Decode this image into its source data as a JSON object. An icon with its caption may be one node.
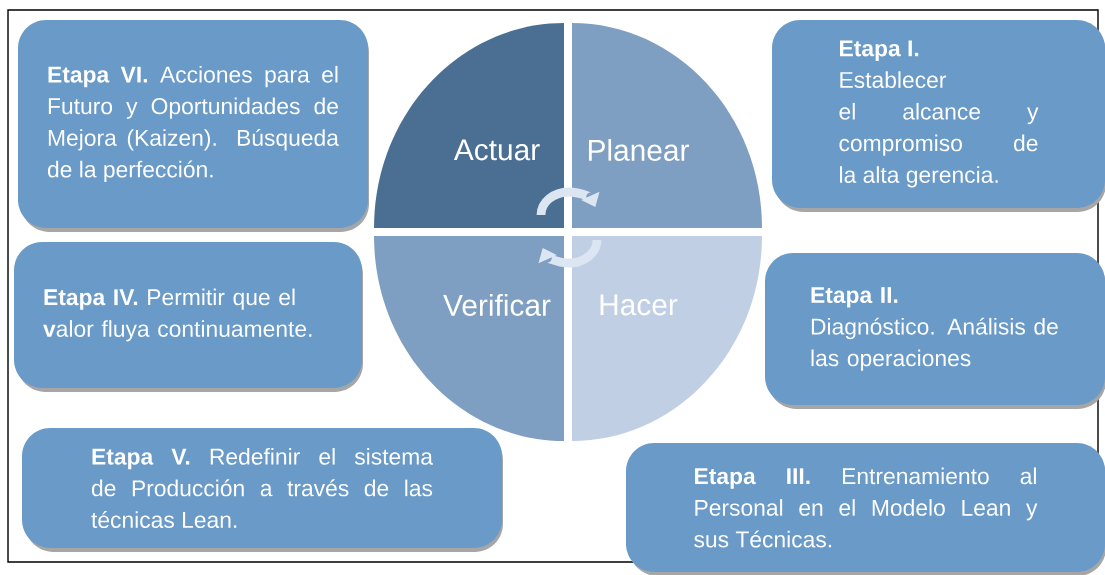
{
  "diagram": {
    "nodes": [
      {
        "text": [
          "Actuar"
        ]
      },
      {
        "text": [
          "Planear"
        ]
      },
      {
        "text": [
          "Verificar"
        ]
      },
      {
        "text": [
          "Hacer"
        ]
      },
      {
        "text": [
          "**Etapa VI.** Acciones para el Futuro y Oportunidades de Mejora (Kaizen). Búsqueda de la perfección."
        ]
      },
      {
        "text": [
          "Etapa I.",
          "Establecer el alcance y compromiso de la alta gerencia."
        ]
      },
      {
        "text": [
          "**Etapa IV.** Permitir que el **v**alor fluya continuamente."
        ]
      },
      {
        "text": [
          "Etapa II.",
          "Diagnóstico. Análisis de las operaciones"
        ]
      },
      {
        "text": [
          "**Etapa V.** Redefinir el sistema de Producción a través de las técnicas Lean."
        ]
      },
      {
        "text": [
          "**Etapa III.** Entrenamiento al Personal en el Modelo Lean y sus Técnicas."
        ]
      }
    ]
  }
}
